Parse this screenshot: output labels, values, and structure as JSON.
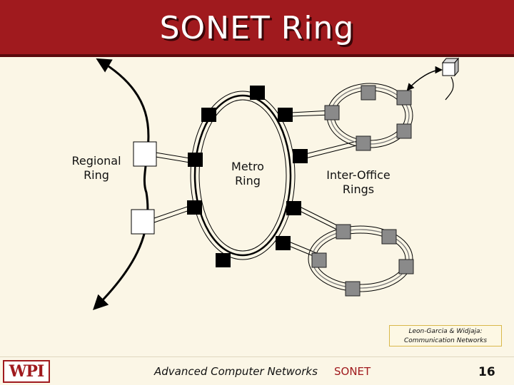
{
  "header": {
    "title": "SONET Ring"
  },
  "diagram": {
    "labels": {
      "regional": "Regional Ring",
      "metro": "Metro Ring",
      "interoffice": "Inter-Office Rings"
    }
  },
  "citation": {
    "line1": "Leon-Garcia & Widjaja:",
    "line2": "Communication Networks"
  },
  "footer": {
    "logo": "WPI",
    "course": "Advanced Computer Networks",
    "section": "SONET",
    "page": "16"
  },
  "colors": {
    "header": "#a01a1e",
    "background": "#fbf6e6",
    "metro_node": "#000000",
    "office_node": "#8a8a8a"
  }
}
